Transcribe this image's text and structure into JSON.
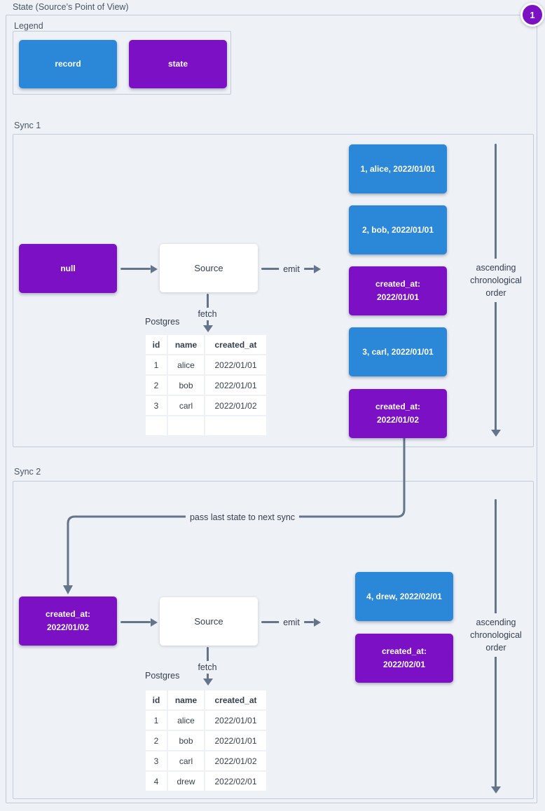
{
  "colors": {
    "record_blue": "#2b87d8",
    "state_purple": "#7b10c4",
    "line_gray": "#64748b",
    "page_bg": "#eef1f5"
  },
  "page": {
    "title": "State (Source’s Point of View)",
    "badge": "1"
  },
  "legend": {
    "label": "Legend",
    "items": [
      {
        "type": "record",
        "label": "record"
      },
      {
        "type": "state",
        "label": "state"
      }
    ]
  },
  "connector": {
    "label": "pass last state to next sync"
  },
  "sync1": {
    "label": "Sync 1",
    "input_state": "null",
    "source_label": "Source",
    "emit_label": "emit",
    "fetch_label": "fetch",
    "db_label": "Postgres",
    "order_label": "ascending chronological order",
    "table": {
      "headers": [
        "id",
        "name",
        "created_at"
      ],
      "rows": [
        [
          "1",
          "alice",
          "2022/01/01"
        ],
        [
          "2",
          "bob",
          "2022/01/01"
        ],
        [
          "3",
          "carl",
          "2022/01/02"
        ],
        [
          "",
          "",
          ""
        ]
      ]
    },
    "emitted": [
      {
        "type": "record",
        "text": "1, alice, 2022/01/01"
      },
      {
        "type": "record",
        "text": "2, bob, 2022/01/01"
      },
      {
        "type": "state",
        "text": "created_at: 2022/01/01"
      },
      {
        "type": "record",
        "text": "3, carl, 2022/01/01"
      },
      {
        "type": "state",
        "text": "created_at: 2022/01/02"
      }
    ]
  },
  "sync2": {
    "label": "Sync 2",
    "input_state": "created_at: 2022/01/02",
    "source_label": "Source",
    "emit_label": "emit",
    "fetch_label": "fetch",
    "db_label": "Postgres",
    "order_label": "ascending chronological order",
    "table": {
      "headers": [
        "id",
        "name",
        "created_at"
      ],
      "rows": [
        [
          "1",
          "alice",
          "2022/01/01"
        ],
        [
          "2",
          "bob",
          "2022/01/01"
        ],
        [
          "3",
          "carl",
          "2022/01/02"
        ],
        [
          "4",
          "drew",
          "2022/02/01"
        ]
      ]
    },
    "emitted": [
      {
        "type": "record",
        "text": "4, drew, 2022/02/01"
      },
      {
        "type": "state",
        "text": "created_at: 2022/02/01"
      }
    ]
  }
}
